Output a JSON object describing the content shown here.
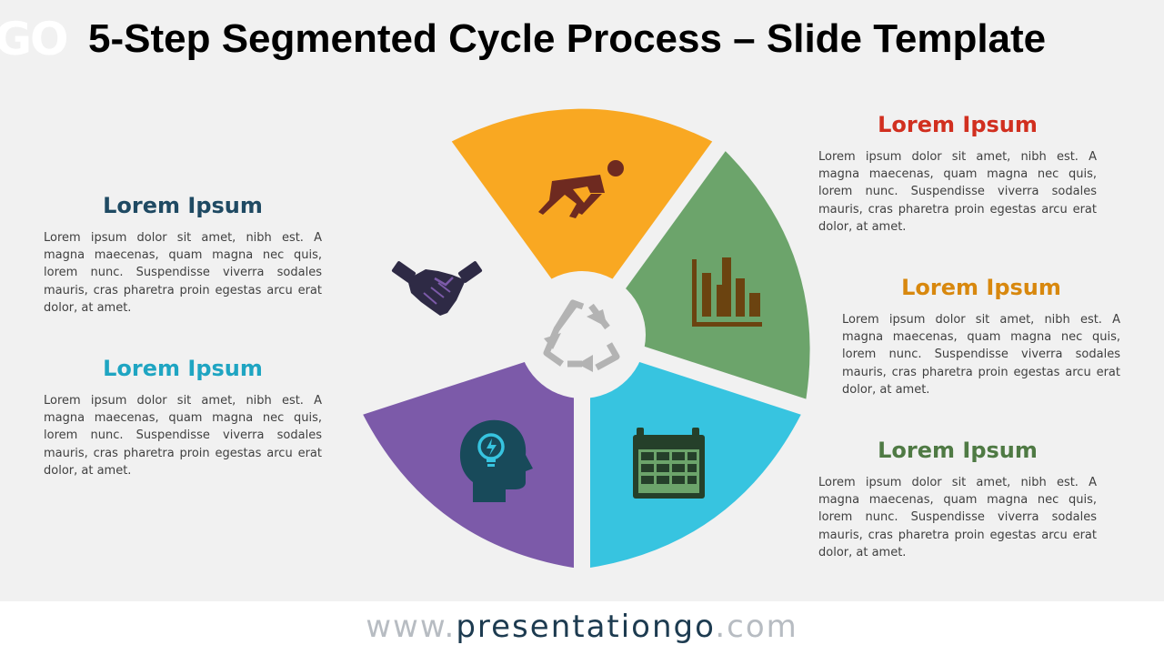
{
  "header": {
    "logo_fragment": "GO",
    "title": "5-Step Segmented Cycle Process – Slide Template"
  },
  "center": {
    "icon": "recycle-icon",
    "color": "#b3b3b3"
  },
  "segments": [
    {
      "id": "red",
      "color": "#f05f49",
      "icon": "runner-start-icon",
      "icon_color": "#6e2a20"
    },
    {
      "id": "orange",
      "color": "#f9a822",
      "icon": "bar-chart-icon",
      "icon_color": "#6b4310"
    },
    {
      "id": "green",
      "color": "#6ca46b",
      "icon": "calendar-icon",
      "icon_color": "#25402a"
    },
    {
      "id": "blue",
      "color": "#37c4e0",
      "icon": "head-lightbulb-icon",
      "icon_color": "#184a5a"
    },
    {
      "id": "purple",
      "color": "#7c5aa9",
      "icon": "handshake-icon",
      "icon_color": "#2e2a45"
    }
  ],
  "text_blocks": [
    {
      "title": "Lorem Ipsum",
      "title_color": "#d12f1f",
      "body": "Lorem ipsum dolor sit amet, nibh est. A magna maecenas, quam magna nec quis, lorem nunc. Suspendisse viverra sodales mauris, cras pharetra proin egestas arcu erat dolor, at amet."
    },
    {
      "title": "Lorem Ipsum",
      "title_color": "#d8880e",
      "body": "Lorem ipsum dolor sit amet, nibh est. A magna maecenas, quam magna nec quis, lorem nunc. Suspendisse viverra sodales mauris, cras pharetra proin egestas arcu erat dolor, at amet."
    },
    {
      "title": "Lorem Ipsum",
      "title_color": "#4f7a44",
      "body": "Lorem ipsum dolor sit amet, nibh est. A magna maecenas, quam magna nec quis, lorem nunc. Suspendisse viverra sodales mauris, cras pharetra proin egestas arcu erat dolor, at amet."
    },
    {
      "title": "Lorem Ipsum",
      "title_color": "#1fa5c2",
      "body": "Lorem ipsum dolor sit amet, nibh est. A magna maecenas, quam magna nec quis, lorem nunc. Suspendisse viverra sodales mauris, cras pharetra proin egestas arcu erat dolor, at amet."
    },
    {
      "title": "Lorem Ipsum",
      "title_color": "#1f4a63",
      "body": "Lorem ipsum dolor sit amet, nibh est. A magna maecenas, quam magna nec quis, lorem nunc. Suspendisse viverra sodales mauris, cras pharetra proin egestas arcu erat dolor, at amet."
    }
  ],
  "footer": {
    "prefix": "www.",
    "brand": "presentationgo",
    "suffix": ".com"
  }
}
